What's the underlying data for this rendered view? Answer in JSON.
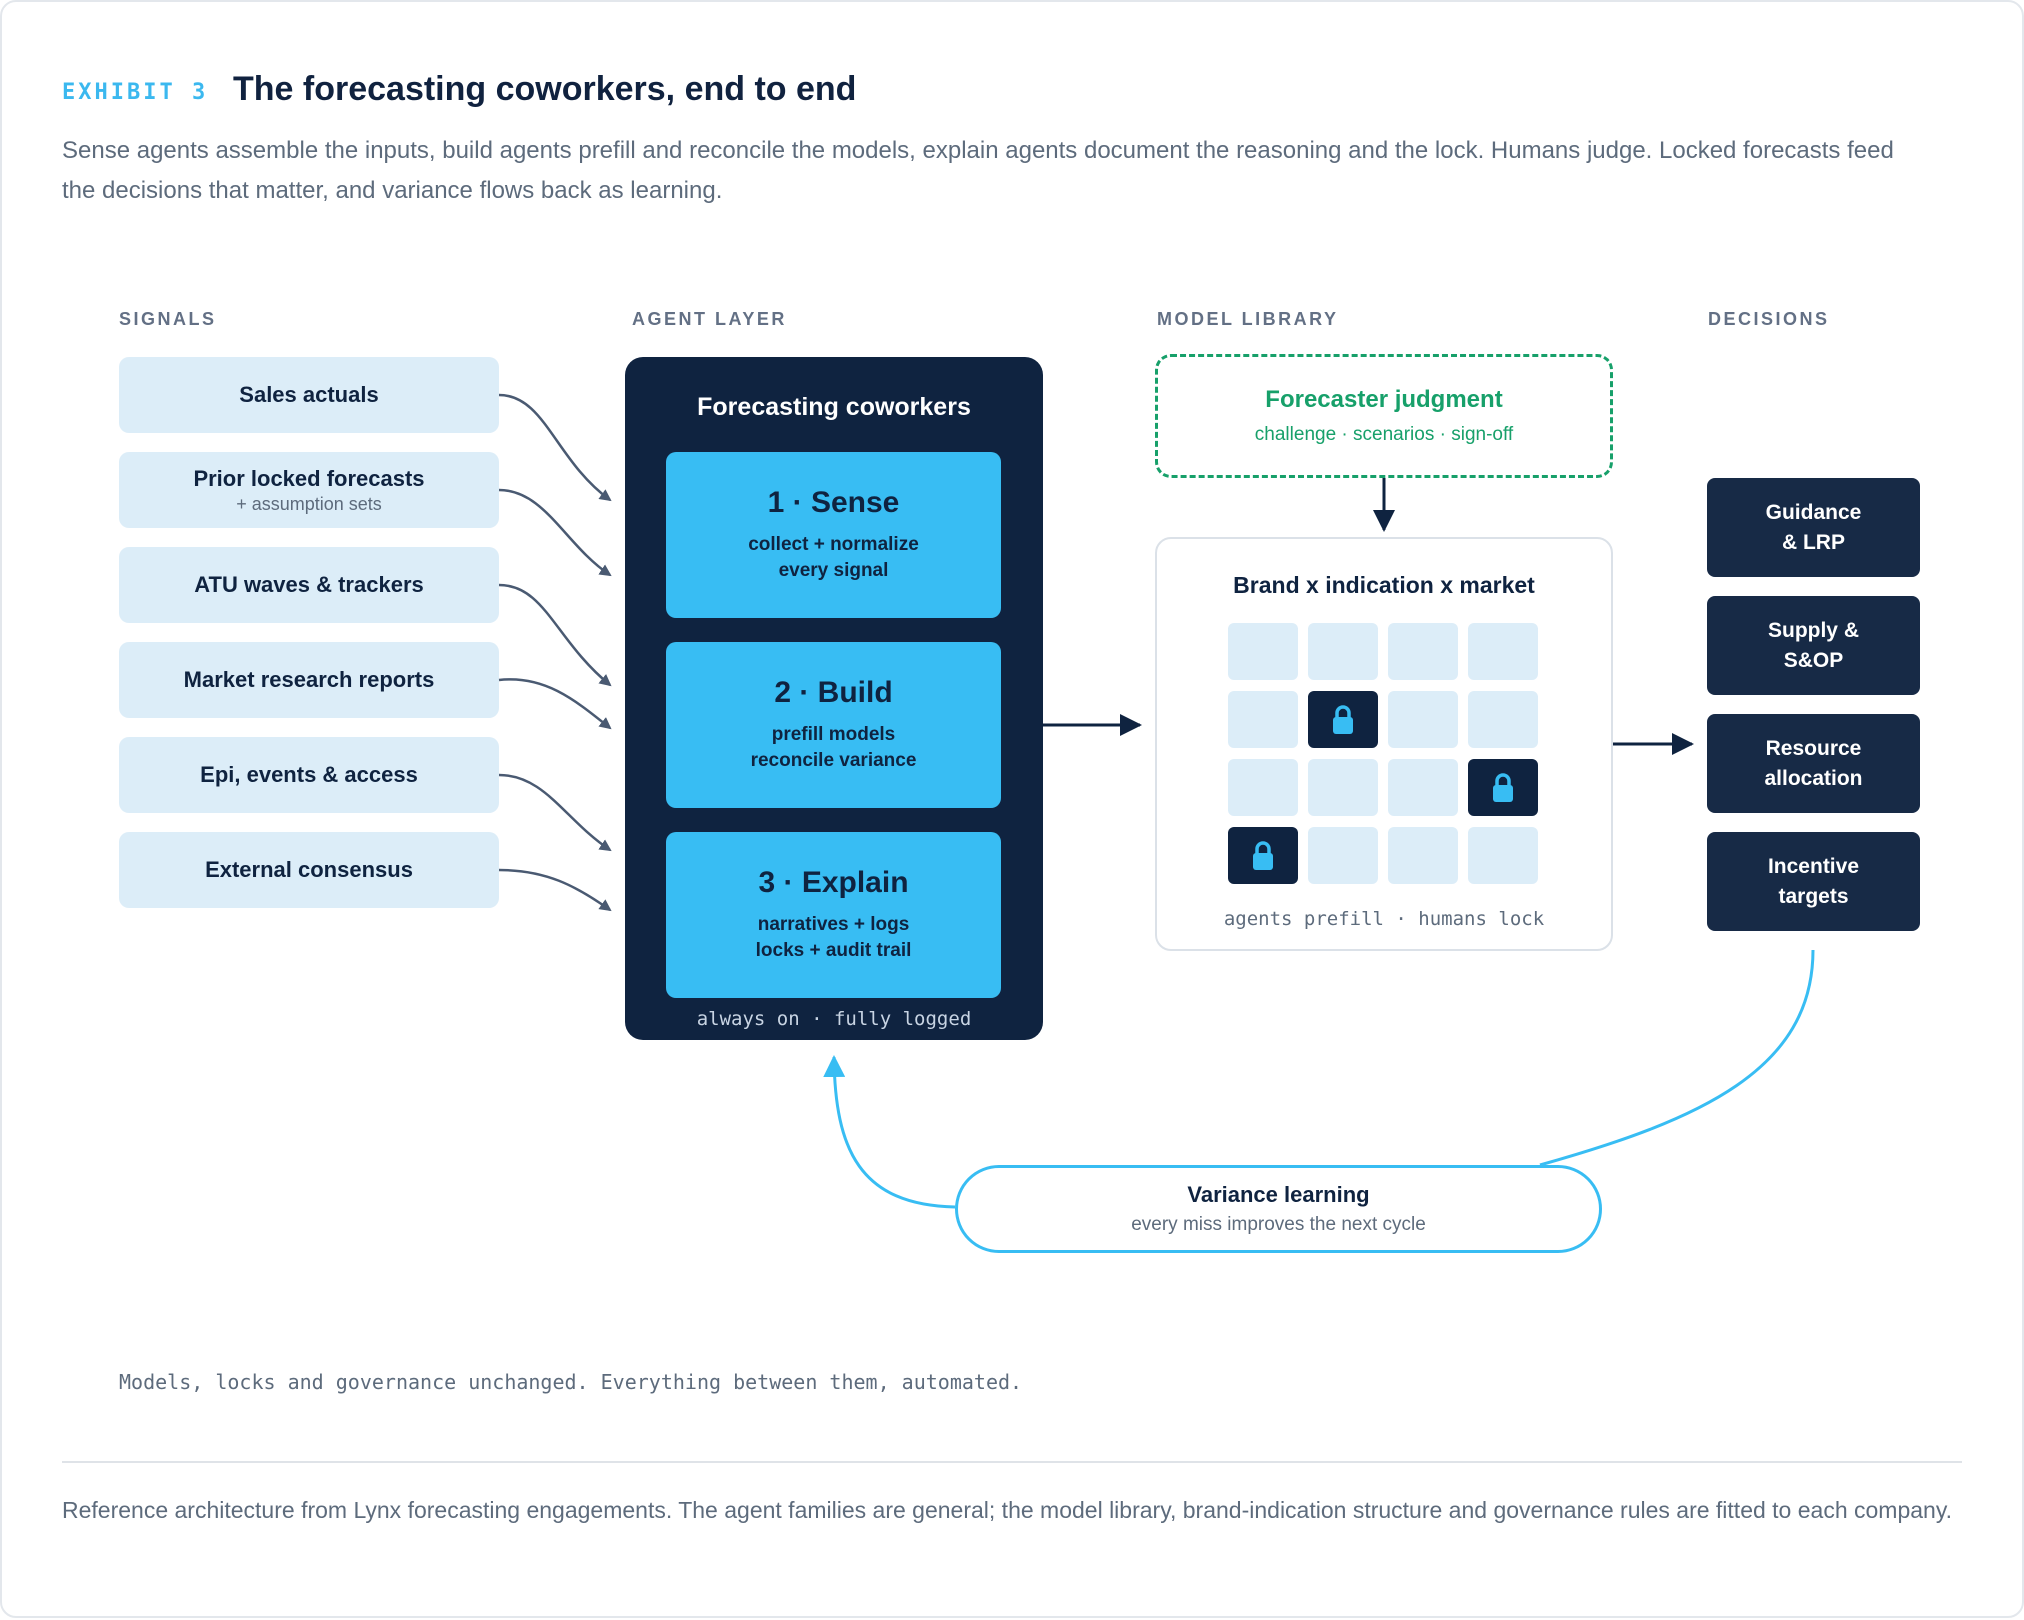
{
  "header": {
    "exhibit": "EXHIBIT 3",
    "title": "The forecasting coworkers, end to end",
    "subtitle": "Sense agents assemble the inputs, build agents prefill and reconcile the models, explain agents document the reasoning and the lock. Humans judge. Locked forecasts feed the decisions that matter, and variance flows back as learning."
  },
  "columns": {
    "signals": "SIGNALS",
    "agent_layer": "AGENT LAYER",
    "model_library": "MODEL LIBRARY",
    "decisions": "DECISIONS"
  },
  "signals": [
    {
      "label": "Sales actuals",
      "sub": ""
    },
    {
      "label": "Prior locked forecasts",
      "sub": "+ assumption sets"
    },
    {
      "label": "ATU waves & trackers",
      "sub": ""
    },
    {
      "label": "Market research reports",
      "sub": ""
    },
    {
      "label": "Epi, events & access",
      "sub": ""
    },
    {
      "label": "External consensus",
      "sub": ""
    }
  ],
  "agent_layer": {
    "title": "Forecasting coworkers",
    "steps": [
      {
        "title": "1 · Sense",
        "line1": "collect + normalize",
        "line2": "every signal"
      },
      {
        "title": "2 · Build",
        "line1": "prefill models",
        "line2": "reconcile variance"
      },
      {
        "title": "3 · Explain",
        "line1": "narratives + logs",
        "line2": "locks + audit trail"
      }
    ],
    "footer": "always on · fully logged"
  },
  "judgment": {
    "title": "Forecaster judgment",
    "subtitle": "challenge · scenarios · sign-off"
  },
  "model_library": {
    "title": "Brand x indication x market",
    "grid_rows": 4,
    "grid_cols": 4,
    "locked_cells": [
      [
        1,
        1
      ],
      [
        2,
        3
      ],
      [
        3,
        0
      ]
    ],
    "footer": "agents prefill · humans lock"
  },
  "decisions": [
    {
      "line1": "Guidance",
      "line2": "& LRP"
    },
    {
      "line1": "Supply &",
      "line2": "S&OP"
    },
    {
      "line1": "Resource",
      "line2": "allocation"
    },
    {
      "line1": "Incentive",
      "line2": "targets"
    }
  ],
  "variance": {
    "title": "Variance learning",
    "subtitle": "every miss improves the next cycle"
  },
  "tagline": "Models, locks and governance unchanged. Everything between them, automated.",
  "footnote": "Reference architecture from Lynx forecasting engagements. The agent families are general; the model library, brand-indication structure and governance rules are fitted to each company.",
  "colors": {
    "navy": "#0f2340",
    "accent_blue": "#38bdf3",
    "light_blue": "#dcedf8",
    "judgment_green": "#17a06a",
    "connector_gray": "#4a5a72"
  },
  "icons": {
    "lock": "padlock-icon"
  }
}
